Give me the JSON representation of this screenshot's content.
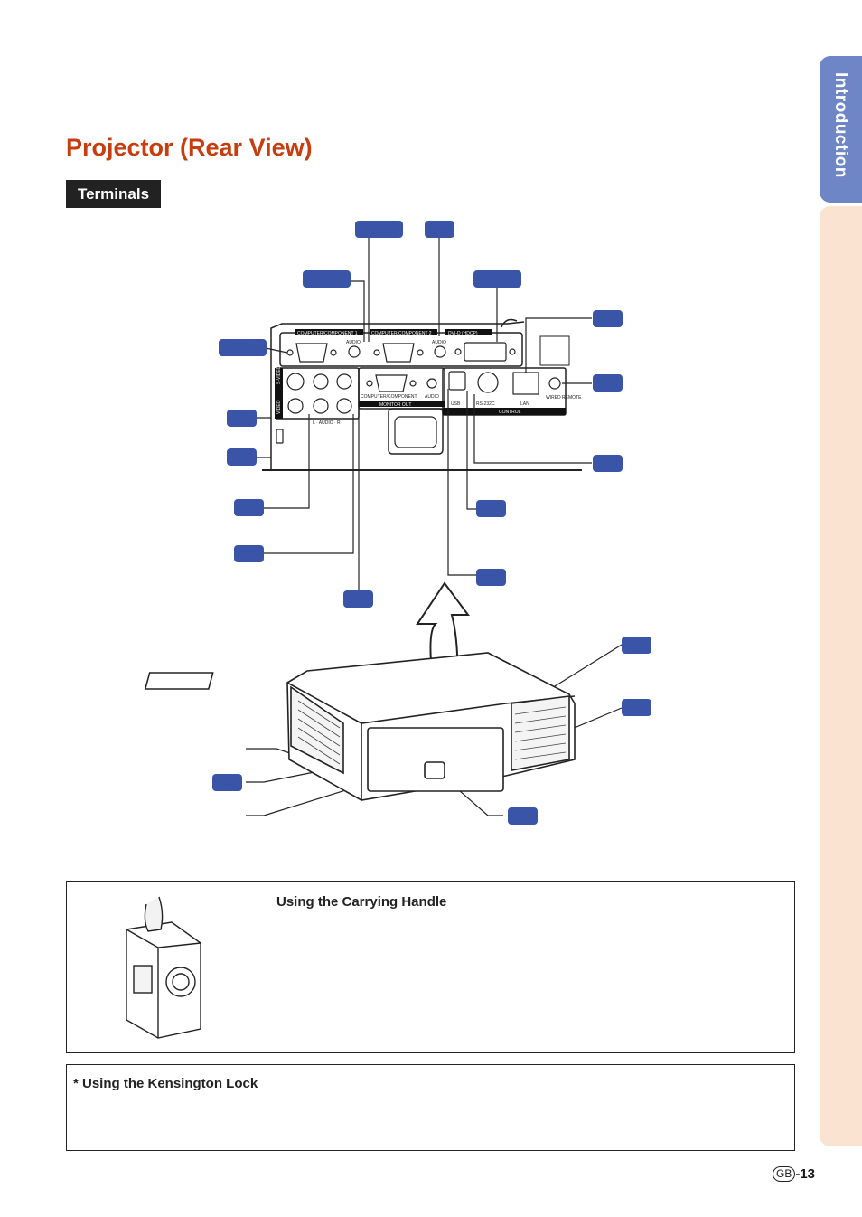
{
  "side_tab": {
    "label": "Introduction"
  },
  "page": {
    "title": "Projector (Rear View)",
    "section": "Terminals"
  },
  "panel_labels": {
    "comp1": "COMPUTER/COMPONENT 1",
    "comp2": "COMPUTER/COMPONENT 2",
    "dvi": "DVI-D (HDCP)",
    "audio1": "AUDIO",
    "audio2": "AUDIO",
    "svideo": "S-VIDEO",
    "video": "VIDEO",
    "audio_lr": "L · AUDIO · R",
    "monitor_cc": "COMPUTER/COMPONENT",
    "monitor_audio": "AUDIO",
    "monitor_out": "MONITOR OUT",
    "usb": "USB",
    "rs232c": "RS-232C",
    "lan": "LAN",
    "wired_remote": "WIRED REMOTE",
    "control": "CONTROL"
  },
  "notes": {
    "carrying_handle": "Using the Carrying Handle",
    "kensington": "* Using the Kensington Lock"
  },
  "footer": {
    "region": "GB",
    "page_number": "-13"
  },
  "colors": {
    "title": "#c63d0f",
    "tab": "#6f86c6",
    "strip": "#fbe3d2",
    "callout": "#3a55a8"
  }
}
